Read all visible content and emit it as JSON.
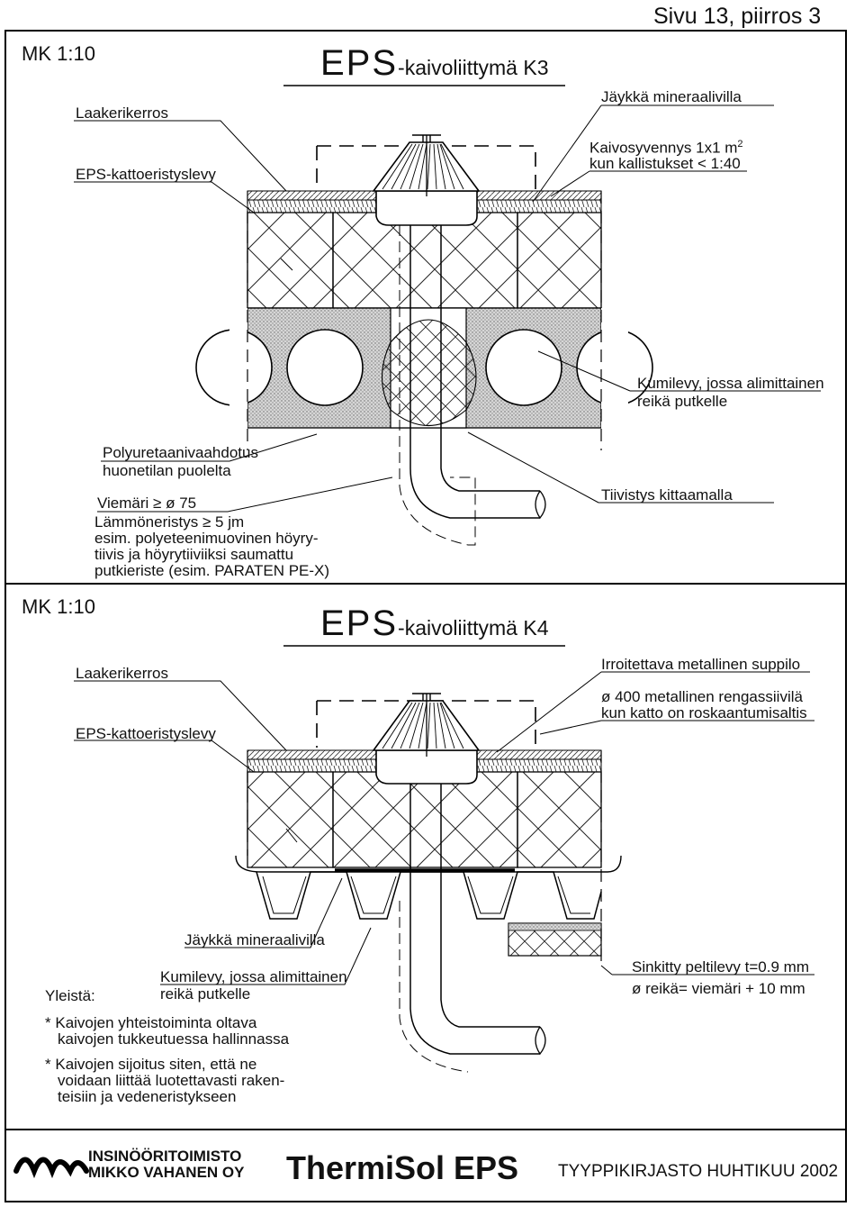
{
  "header": {
    "page_ref": "Sivu 13, piirros 3"
  },
  "k3": {
    "scale": "MK 1:10",
    "title_eps": "EPS",
    "title_rest": "-kaivoliittymä K3",
    "labels": {
      "laakerikerros": "Laakerikerros",
      "eps_kattoeristyslevy": "EPS-kattoeristyslevy",
      "jaykka_mineraalivilla": "Jäykkä mineraalivilla",
      "kaivosyvennys_1": "Kaivosyvennys 1x1 m",
      "kaivosyvennys_sup": "2",
      "kaivosyvennys_2": "kun kallistukset < 1:40",
      "kumilevy_1": "Kumilevy, jossa alimittainen",
      "kumilevy_2": "reikä putkelle",
      "polyuretaani_1": "Polyuretaanivaahdotus",
      "polyuretaani_2": "huonetilan puolelta",
      "viemari": "Viemäri ≥ ø 75",
      "lammoneristys_1": "Lämmöneristys ≥ 5 jm",
      "lammoneristys_2": "esim. polyeteenimuovinen höyry-",
      "lammoneristys_3": "tiivis ja höyrytiiviiksi saumattu",
      "lammoneristys_4": "putkieriste (esim. PARATEN PE-X)",
      "tiivistys": "Tiivistys kittaamalla"
    }
  },
  "k4": {
    "scale": "MK 1:10",
    "title_eps": "EPS",
    "title_rest": "-kaivoliittymä K4",
    "labels": {
      "laakerikerros": "Laakerikerros",
      "eps_kattoeristyslevy": "EPS-kattoeristyslevy",
      "irroitettava": "Irroitettava metallinen suppilo",
      "rengassiivila_1": "ø 400 metallinen rengassiivilä",
      "rengassiivila_2": "kun katto on roskaantumisaltis",
      "jaykka_mineraalivilla": "Jäykkä mineraalivilla",
      "kumilevy_1": "Kumilevy, jossa alimittainen",
      "kumilevy_2": "reikä putkelle",
      "sinkitty_1": "Sinkitty peltilevy t=0.9 mm",
      "sinkitty_2": "ø reikä= viemäri + 10 mm"
    }
  },
  "notes": {
    "heading": "Yleistä:",
    "items": [
      {
        "bullet": "*",
        "line1": "Kaivojen yhteistoiminta oltava",
        "line2": "kaivojen tukkeutuessa hallinnassa",
        "line3": ""
      },
      {
        "bullet": "*",
        "line1": "Kaivojen sijoitus siten, että ne",
        "line2": "voidaan liittää luotettavasti raken-",
        "line3": "teisiin ja vedeneristykseen"
      }
    ]
  },
  "footer": {
    "company_line1": "INSINÖÖRITOIMISTO",
    "company_line2": "MIKKO VAHANEN OY",
    "brand": "ThermiSol EPS",
    "library": "TYYPPIKIRJASTO HUHTIKUU 2002"
  }
}
